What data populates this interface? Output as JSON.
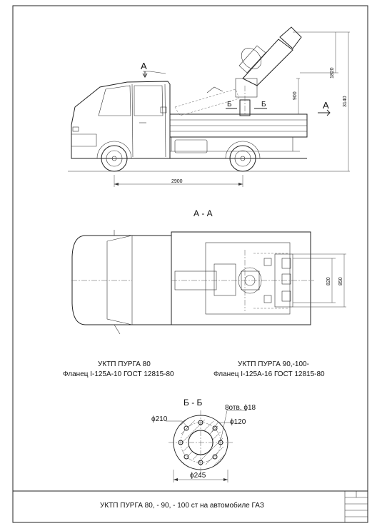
{
  "drawing": {
    "side_view": {
      "section_mark": "А",
      "section_mark_right": "А",
      "cut_mark_left": "Б",
      "cut_mark_right": "Б",
      "dim_height_upper": "1820",
      "dim_height_total": "3140",
      "dim_mount_height": "900",
      "dim_wheelbase": "2900"
    },
    "top_view": {
      "title": "А - А",
      "dim_inner": "820",
      "dim_outer": "850"
    },
    "captions": {
      "left_line1": "УКТП ПУРГА 80",
      "left_line2": "Фланец I-125А-10 ГОСТ 12815-80",
      "right_line1": "УКТП ПУРГА 90,-100-",
      "right_line2": "Фланец I-125А-16 ГОСТ 12815-80"
    },
    "flange_view": {
      "title": "Б - Б",
      "holes": "8отв. ϕ18",
      "d_bolt_circle": "ϕ210",
      "d_bore": "ϕ120",
      "d_outer": "ϕ245"
    },
    "title_block": {
      "title": "УКТП ПУРГА 80, - 90, - 100 ст на автомобиле ГАЗ"
    }
  }
}
